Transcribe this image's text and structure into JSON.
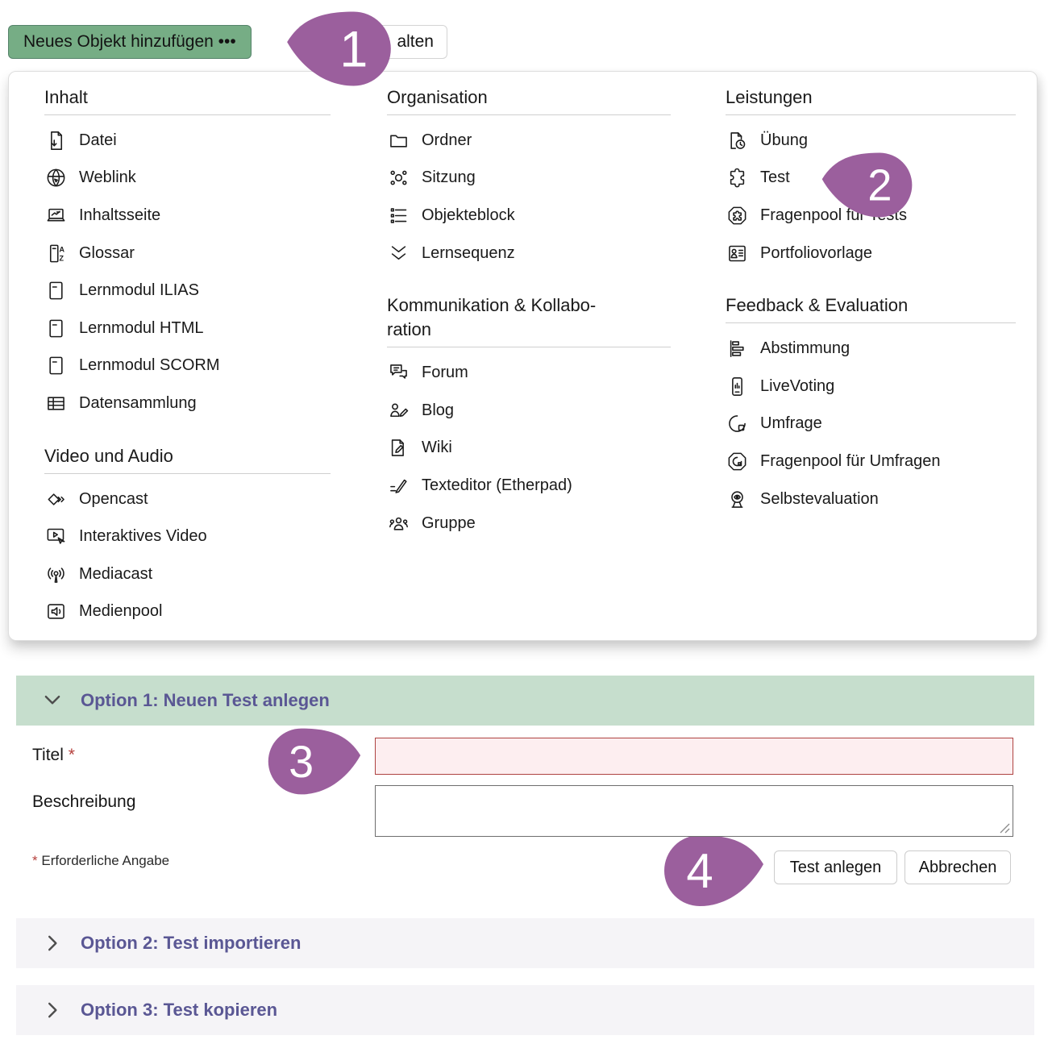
{
  "toolbar": {
    "add_object_button": "Neues Objekt hinzufügen •••",
    "secondary_button_visible_text": "alten"
  },
  "menu": {
    "columns": [
      {
        "sections": [
          {
            "title": "Inhalt",
            "items": [
              {
                "icon": "file-download-icon",
                "label": "Datei"
              },
              {
                "icon": "globe-icon",
                "label": "Weblink"
              },
              {
                "icon": "content-page-icon",
                "label": "Inhaltsseite"
              },
              {
                "icon": "glossary-icon",
                "label": "Glossar"
              },
              {
                "icon": "learning-module-icon",
                "label": "Lernmodul ILIAS"
              },
              {
                "icon": "learning-module-icon",
                "label": "Lernmodul HTML"
              },
              {
                "icon": "learning-module-icon",
                "label": "Lernmodul SCORM"
              },
              {
                "icon": "data-table-icon",
                "label": "Datensammlung"
              }
            ]
          },
          {
            "title": "Video und Audio",
            "items": [
              {
                "icon": "opencast-icon",
                "label": "Opencast"
              },
              {
                "icon": "interactive-video-icon",
                "label": "Interaktives Video"
              },
              {
                "icon": "broadcast-icon",
                "label": "Mediacast"
              },
              {
                "icon": "media-pool-icon",
                "label": "Medienpool"
              }
            ]
          }
        ]
      },
      {
        "sections": [
          {
            "title": "Organisation",
            "items": [
              {
                "icon": "folder-icon",
                "label": "Ordner"
              },
              {
                "icon": "session-icon",
                "label": "Sitzung"
              },
              {
                "icon": "object-block-icon",
                "label": "Objekteblock"
              },
              {
                "icon": "learning-sequence-icon",
                "label": "Lernsequenz"
              }
            ]
          },
          {
            "title": "Kommunikation & Kollabo­ration",
            "items": [
              {
                "icon": "forum-icon",
                "label": "Forum"
              },
              {
                "icon": "blog-icon",
                "label": "Blog"
              },
              {
                "icon": "wiki-icon",
                "label": "Wiki"
              },
              {
                "icon": "text-editor-icon",
                "label": "Texteditor (Etherpad)"
              },
              {
                "icon": "group-icon",
                "label": "Gruppe"
              }
            ]
          }
        ]
      },
      {
        "sections": [
          {
            "title": "Leistungen",
            "items": [
              {
                "icon": "exercise-icon",
                "label": "Übung"
              },
              {
                "icon": "puzzle-icon",
                "label": "Test"
              },
              {
                "icon": "question-pool-test-icon",
                "label": "Fragenpool für Tests"
              },
              {
                "icon": "portfolio-template-icon",
                "label": "Portfoliovorlage"
              }
            ]
          },
          {
            "title": "Feedback & Evaluation",
            "items": [
              {
                "icon": "poll-bars-icon",
                "label": "Abstimmung"
              },
              {
                "icon": "live-voting-icon",
                "label": "LiveVoting"
              },
              {
                "icon": "survey-pie-icon",
                "label": "Umfrage"
              },
              {
                "icon": "question-pool-survey-icon",
                "label": "Fragenpool für Umfragen"
              },
              {
                "icon": "self-evaluation-icon",
                "label": "Selbstevaluation"
              }
            ]
          }
        ]
      }
    ]
  },
  "markers": [
    {
      "number": "1"
    },
    {
      "number": "2"
    },
    {
      "number": "3"
    },
    {
      "number": "4"
    }
  ],
  "form": {
    "option1_title": "Option 1: Neuen Test anlegen",
    "titel_label": "Titel",
    "required_mark": "*",
    "titel_value": "",
    "beschreibung_label": "Beschreibung",
    "beschreibung_value": "",
    "required_note": "Erforderliche Angabe",
    "submit_label": "Test anlegen",
    "cancel_label": "Abbrechen",
    "option2_title": "Option 2: Test importieren",
    "option3_title": "Option 3: Test kopieren"
  },
  "colors": {
    "add_button_green": "#76ad85",
    "marker_purple": "#9b5f9d",
    "option_header_green_bg": "#c6decd",
    "option_header_grey_bg": "#f5f4f7",
    "option_title_purple": "#5a5794",
    "error_field_bg": "#fdeef0",
    "error_field_border": "#ae4341",
    "required_red": "#b5403c"
  }
}
